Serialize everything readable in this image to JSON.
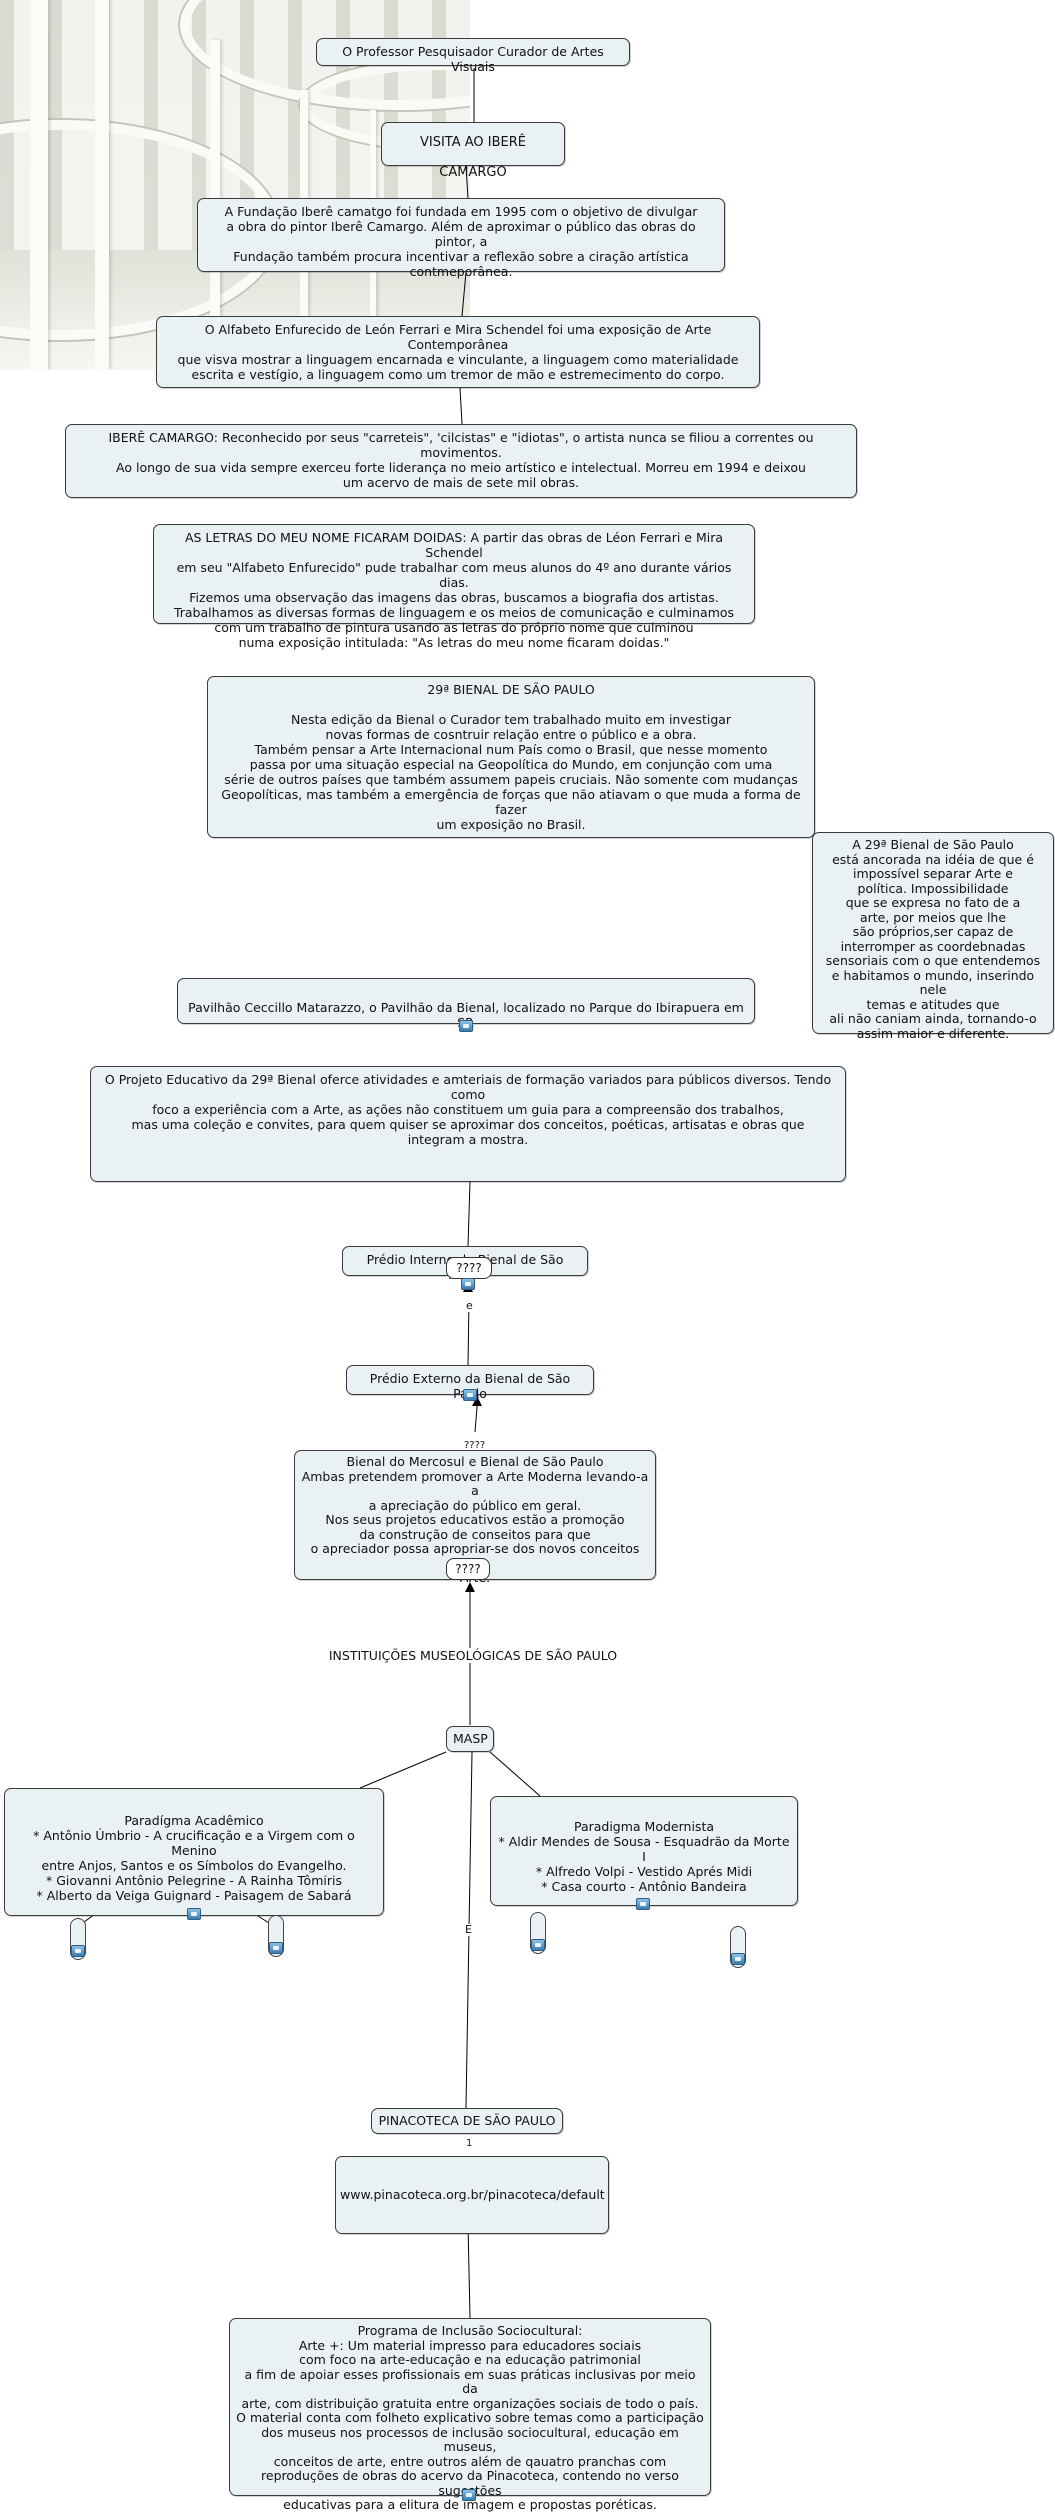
{
  "nodes": {
    "professor": "O Professor Pesquisador Curador de Artes Visuais",
    "visita": "VISITA AO IBERÊ CAMARGO",
    "fundacao": "A Fundação Iberê camatgo foi fundada em 1995 com o objetivo de divulgar\na obra do pintor Iberê Camargo. Além de aproximar o público das obras do pintor, a\nFundação também procura incentivar a reflexão sobre a ciração artística\ncontmeporânea.",
    "alfabeto": "O Alfabeto Enfurecido de León Ferrari e Mira Schendel foi uma exposição de Arte Contemporânea\nque visva mostrar a linguagem encarnada e vinculante, a linguagem como materialidade\nescrita e vestígio, a linguagem como um tremor de mão e estremecimento do corpo.",
    "ibere": "IBERÊ CAMARGO: Reconhecido por seus \"carreteis\",  'cilcistas\" e \"idiotas\", o artista nunca se filiou a correntes ou movimentos.\nAo longo de sua vida sempre exerceu forte liderança no meio artístico e intelectual. Morreu em 1994 e deixou\num acervo de mais de sete mil obras.",
    "letras": "AS LETRAS DO MEU NOME FICARAM DOIDAS: A partir das obras de Léon Ferrari e Mira Schendel\nem seu \"Alfabeto Enfurecido\" pude trabalhar com meus alunos do 4º ano durante vários dias.\nFizemos uma observação das imagens das obras, buscamos a biografia dos artistas.\nTrabalhamos as diversas formas de linguagem e os meios de comunicação e culminamos\ncom um trabalho de pintura usando as letras do próprio nome que culminou\nnuma exposição intitulada: \"As letras do meu nome ficaram doidas.\"",
    "bienal29": "29ª BIENAL DE SÃO PAULO\n\nNesta edição da Bienal o Curador tem trabalhado muito em investigar\nnovas formas de cosntruir relação entre o público e a obra.\nTambém pensar a Arte Internacional num País como o Brasil, que nesse momento\npassa por uma situação especial na Geopolítica do Mundo, em conjunção com uma\nsérie de outros países que também assumem papeis cruciais. Não somente com mudanças\nGeopolíticas, mas também a emergência de forças que não atiavam o que muda a forma de fazer\num exposição no Brasil.",
    "ancorada": "A 29ª Bienal de São Paulo\nestá ancorada na idéia de que é\nimpossível separar Arte e\npolítica. Impossibilidade\nque se expresa no fato de a\narte, por meios que lhe\nsão próprios,ser capaz de\ninterromper as coordebnadas\nsensoriais com o que entendemos\ne habitamos o mundo, inserindo nele\ntemas e atitudes que\nali não caniam ainda, tornando-o\nassim maior e diferente.",
    "pavilhao": "Pavilhão Ceccillo Matarazzo, o Pavilhão da Bienal, localizado no Parque do Ibirapuera em SP.",
    "projeto": "O Projeto Educativo da 29ª Bienal oferce atividades e amteriais de formação variados para públicos diversos. Tendo como\nfoco a experiência com a Arte, as ações não constituem um guia para a compreensão dos trabalhos,\nmas uma coleção e convites, para quem quiser se aproximar dos conceitos, poéticas, artisatas e obras que\nintegram a mostra.",
    "predio_interno": "Prédio Interno da Bienal de São Paulo",
    "predio_externo": "Prédio Externo da Bienal de São Paulo",
    "mercosul": "Bienal do Mercosul e Bienal de São Paulo\nAmbas pretendem promover a Arte Moderna levando-a a\na apreciação do público em geral.\nNos seus projetos educativos estão a promoção\nda construção de conseitos para que\no apreciador possa apropriar-se dos novos conceitos de\nArte.",
    "instituicoes": "INSTITUIÇÕES MUSEOLÓGICAS DE SÃO PAULO",
    "masp": "MASP",
    "academico": "Paradígma Acadêmico\n* Antônio Úmbrio - A crucificação e a Virgem com o Menino\nentre Anjos, Santos e os Símbolos do Evangelho.\n* Giovanni Antônio Pelegrine - A Rainha Tômiris\n* Alberto da Veiga Guignard - Paisagem de Sabará",
    "modernista": "Paradigma Modernista\n* Aldir Mendes de Sousa - Esquadrão da Morte I\n* Alfredo Volpi - Vestido Aprés Midi\n* Casa courto - Antônio Bandeira",
    "pinacoteca": "PINACOTECA DE SÃO PAULO",
    "url": "www.pinacoteca.org.br/pinacoteca/default",
    "inclusao": "Programa de Inclusão Sociocultural:\nArte +: Um material impresso para educadores sociais\ncom foco na arte-educação e na educação patrimonial\na fim de apoiar esses profissionais em suas práticas inclusivas por meio da\narte, com distribuição gratuita entre organizações sociais de todo o país.\nO material conta com folheto explicativo sobre temas como a participação\ndos museus nos processos de inclusão sociocultural, educação em museus,\nconceitos de arte, entre outros além de qauatro pranchas com\nreproduções de obras do acervo da Pinacoteca, contendo no verso sugestões\neducativas para a elitura de imagem e propostas poréticas."
  },
  "linking_phrases": {
    "q1": "????",
    "e1": "e",
    "q2": "????",
    "q3": "????",
    "e2": "E",
    "one": "1"
  },
  "icons": [
    "resource-image-icon"
  ]
}
